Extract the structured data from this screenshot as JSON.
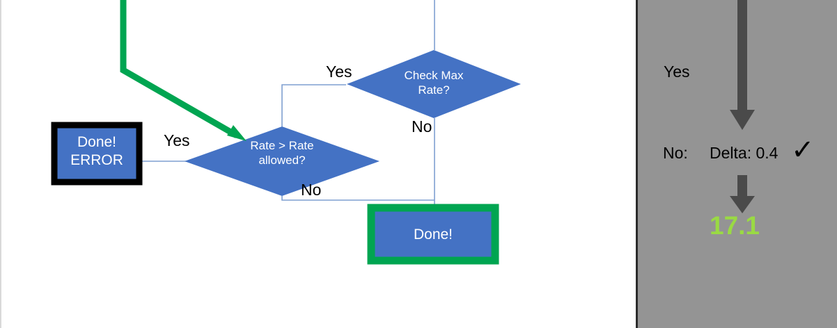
{
  "canvas": {
    "background_color": "#ffffff",
    "shape_fill": "#4472C4",
    "connector_color": "#7F9FD0",
    "highlight_green": "#00A551",
    "highlight_black": "#000000"
  },
  "flowchart": {
    "nodes": [
      {
        "id": "done-error",
        "type": "process",
        "label": "Done!\nERROR",
        "outline_color": "#000000"
      },
      {
        "id": "rate-gt-rate-allowed",
        "type": "decision",
        "label": "Rate > Rate\nallowed?"
      },
      {
        "id": "check-max-rate",
        "type": "decision",
        "label": "Check Max\nRate?"
      },
      {
        "id": "done",
        "type": "process",
        "label": "Done!",
        "outline_color": "#00A551"
      }
    ],
    "edge_labels": [
      {
        "id": "yes-to-check-max-rate",
        "text": "Yes"
      },
      {
        "id": "no-from-check-max-rate",
        "text": "No"
      },
      {
        "id": "yes-to-done-error",
        "text": "Yes"
      },
      {
        "id": "no-from-rate-gt",
        "text": "No"
      }
    ]
  },
  "panel": {
    "background_color": "#949494",
    "yes_label": "Yes",
    "no_label": "No:",
    "delta_label": "Delta: 0.4",
    "check_mark": "✓",
    "result_value": "17.1",
    "result_color": "#9ada43",
    "arrow_color": "#4a4a4a"
  }
}
